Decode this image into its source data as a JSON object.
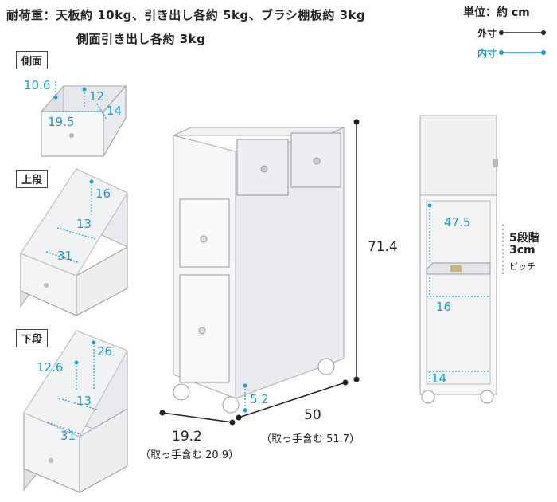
{
  "header": {
    "load_line1": "耐荷重：天板約 10kg、引き出し各約 5kg、ブラシ棚板約 3kg",
    "load_line2": "側面引き出し各約 3kg"
  },
  "legend": {
    "unit": "単位：約 cm",
    "outer": "外寸",
    "inner": "内寸",
    "outer_color": "#222222",
    "inner_color": "#1a9bd7"
  },
  "side_drawer": {
    "tag": "側面",
    "dims": {
      "a": "10.6",
      "b": "12",
      "c": "14",
      "d": "19.5"
    }
  },
  "upper_drawer": {
    "tag": "上段",
    "dims": {
      "a": "16",
      "b": "13",
      "c": "31"
    }
  },
  "lower_drawer": {
    "tag": "下段",
    "dims": {
      "a": "26",
      "b": "12.6",
      "c": "13",
      "d": "31"
    }
  },
  "main": {
    "height": "71.4",
    "depth": "50",
    "depth_note": "（取っ手含む 51.7）",
    "width": "19.2",
    "width_note": "（取っ手含む 20.9）",
    "caster": "5.2"
  },
  "side_view": {
    "upper_space": "47.5",
    "shelf_space": "16",
    "bottom": "14",
    "pitch_line1": "5段階",
    "pitch_line2": "3cm",
    "pitch_line3": "ピッチ"
  }
}
